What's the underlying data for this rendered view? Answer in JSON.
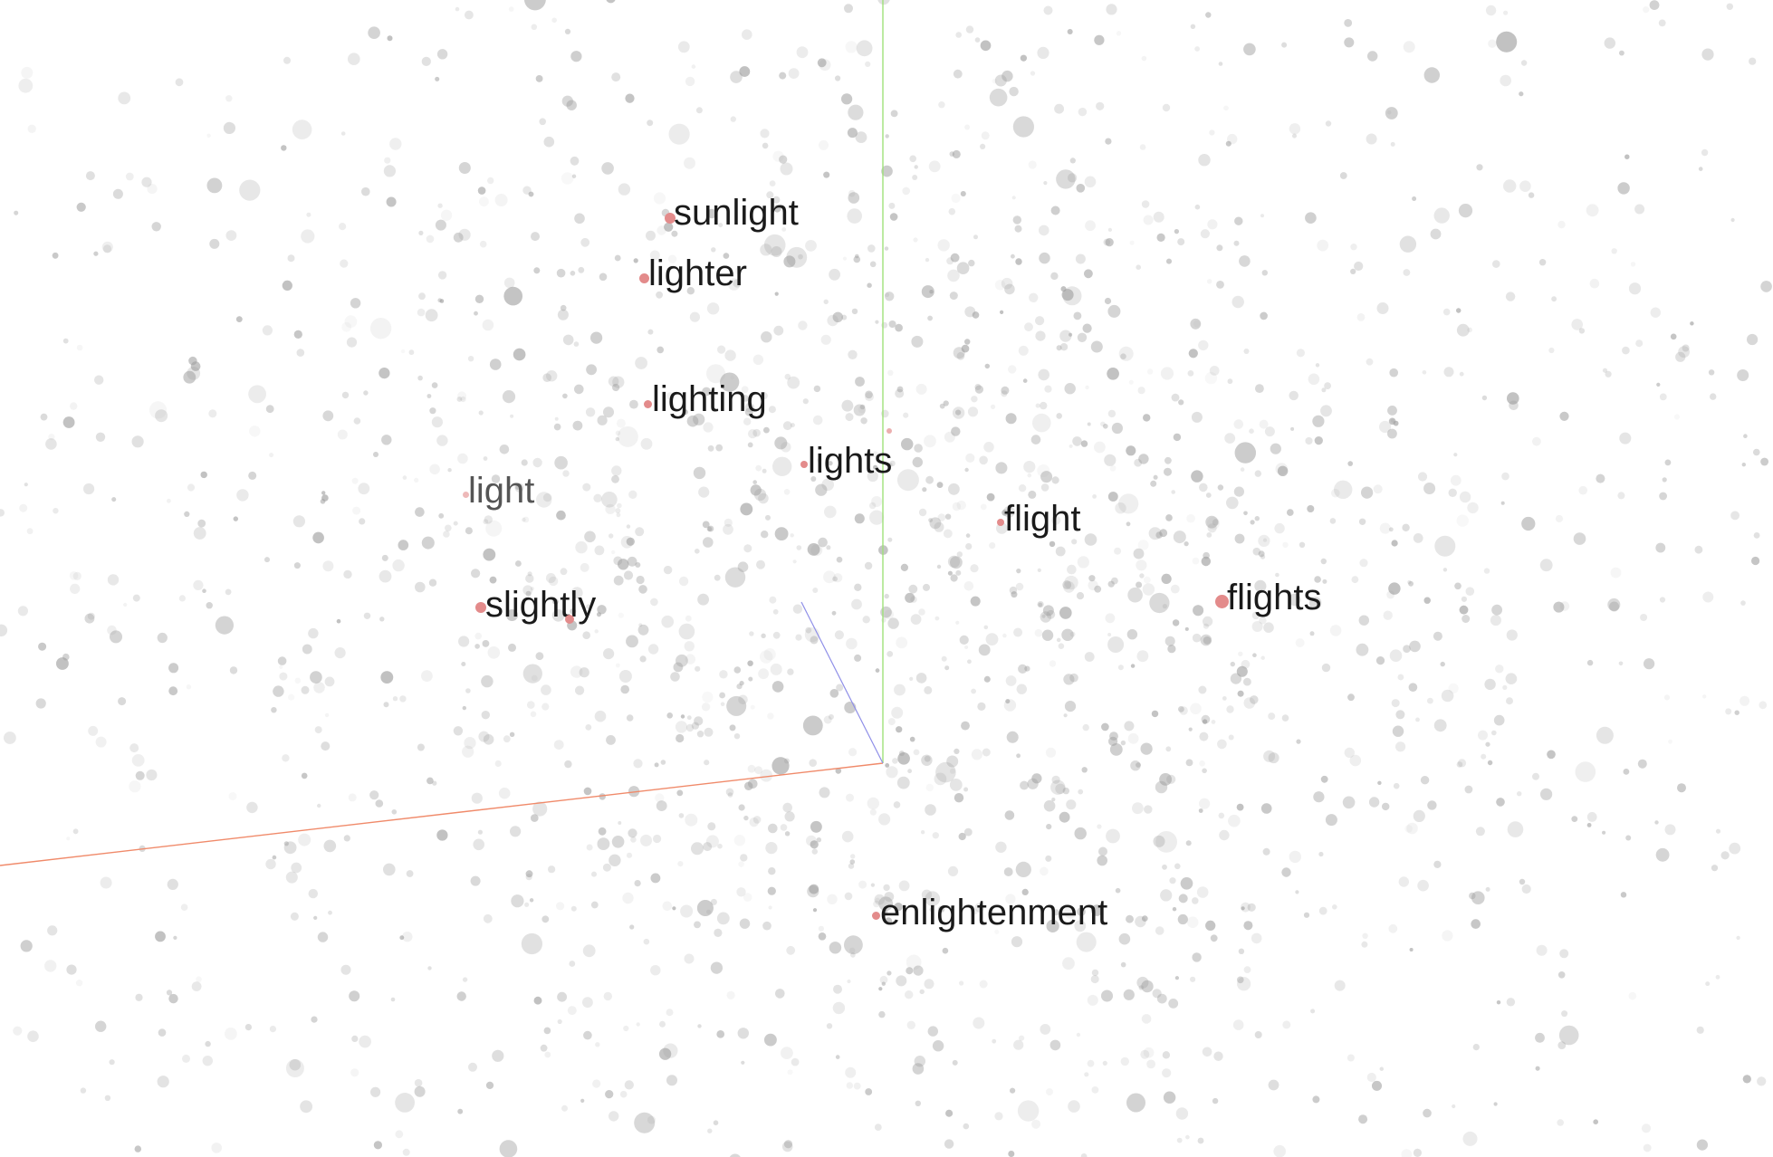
{
  "colors": {
    "background": "#ffffff",
    "point": "#9e9e9e",
    "highlight": "#e38b8b",
    "axis_x": "#f08a6a",
    "axis_y": "#9fe07a",
    "axis_z": "#8f8fe8",
    "label": "#1a1a1a",
    "label_faded": "#555555"
  },
  "labels": [
    {
      "text": "sunlight",
      "style": "normal"
    },
    {
      "text": "lighter",
      "style": "normal"
    },
    {
      "text": "lighting",
      "style": "normal"
    },
    {
      "text": "lights",
      "style": "normal"
    },
    {
      "text": "light",
      "style": "faded"
    },
    {
      "text": "flight",
      "style": "normal"
    },
    {
      "text": "flights",
      "style": "normal"
    },
    {
      "text": "slightly",
      "style": "normal"
    },
    {
      "text": "enlightenment",
      "style": "normal"
    }
  ]
}
